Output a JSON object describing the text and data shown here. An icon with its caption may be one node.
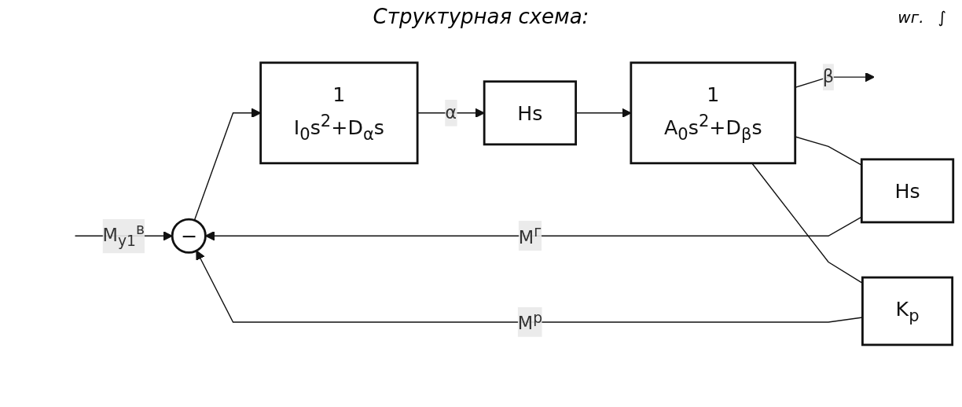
{
  "diagram": {
    "title": "Структурная схема:",
    "nodes": [
      {
        "text": [
          "−"
        ]
      },
      {
        "text": [
          "1",
          "I$_{0}$s$^{2}$+D$_{α}$s"
        ]
      },
      {
        "text": [
          "Hs"
        ]
      },
      {
        "text": [
          "1",
          "A$_{0}$s$^{2}$+D$_{β}$s"
        ]
      },
      {
        "text": [
          "Hs"
        ]
      },
      {
        "text": [
          "K$_{p}$"
        ]
      }
    ],
    "edges": [
      {
        "from": null,
        "to": 0,
        "arrow": "to",
        "label": "M$_{y1}$$^{в}$"
      },
      {
        "from": 0,
        "to": 1,
        "arrow": "to"
      },
      {
        "from": 1,
        "to": 2,
        "arrow": "to",
        "label": "α"
      },
      {
        "from": 2,
        "to": 3,
        "arrow": "to"
      },
      {
        "from": 3,
        "to": null,
        "arrow": "to",
        "label": "β"
      },
      {
        "from": 3,
        "to": 4,
        "arrow": "none"
      },
      {
        "from": 4,
        "to": 0,
        "arrow": "to",
        "label": "M$^{г}$"
      },
      {
        "from": 3,
        "to": 5,
        "arrow": "none"
      },
      {
        "from": 5,
        "to": 0,
        "arrow": "to",
        "label": "M$^{р}$"
      }
    ],
    "labels": [
      "wг.",
      "∫"
    ]
  }
}
